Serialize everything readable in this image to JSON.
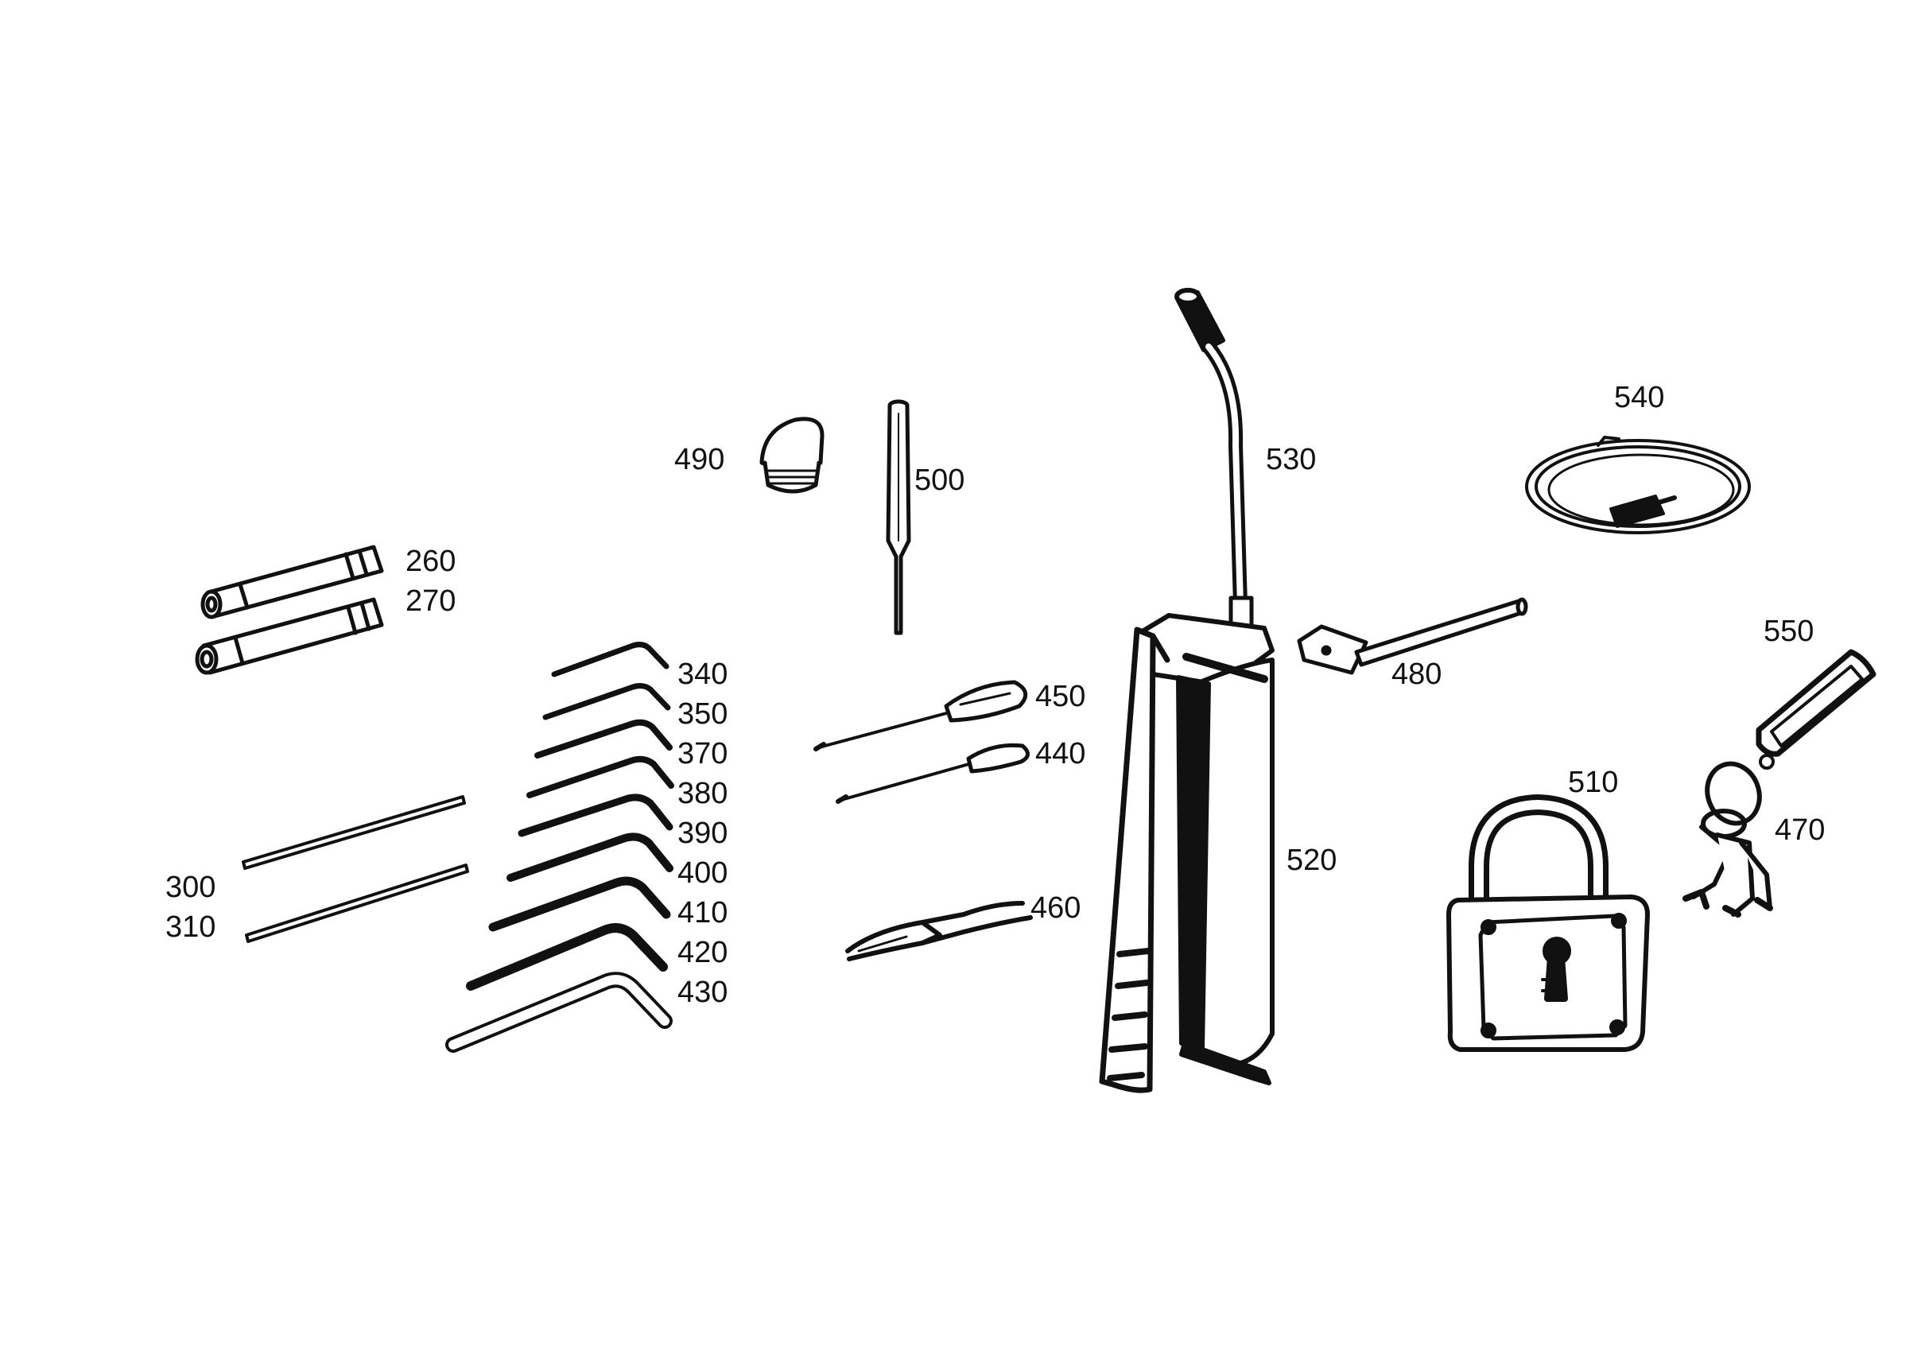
{
  "background_color": "#ffffff",
  "ink_color": "#111111",
  "callouts": {
    "c260": "260",
    "c270": "270",
    "c300": "300",
    "c310": "310",
    "c340": "340",
    "c350": "350",
    "c370": "370",
    "c380": "380",
    "c390": "390",
    "c400": "400",
    "c410": "410",
    "c420": "420",
    "c430": "430",
    "c440": "440",
    "c450": "450",
    "c460": "460",
    "c470": "470",
    "c480": "480",
    "c490": "490",
    "c500": "500",
    "c510": "510",
    "c520": "520",
    "c530": "530",
    "c540": "540",
    "c550": "550"
  }
}
